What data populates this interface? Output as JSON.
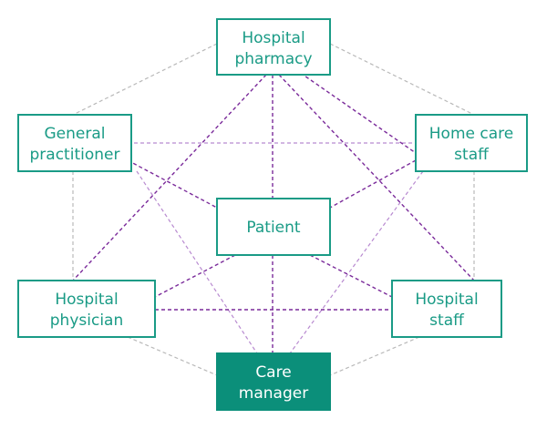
{
  "nodes": {
    "hospital_pharmacy": {
      "line1": "Hospital",
      "line2": "pharmacy"
    },
    "general_practitioner": {
      "line1": "General",
      "line2": "practitioner"
    },
    "home_care_staff": {
      "line1": "Home care",
      "line2": "staff"
    },
    "patient": {
      "line1": "Patient"
    },
    "hospital_physician": {
      "line1": "Hospital",
      "line2": "physician"
    },
    "hospital_staff": {
      "line1": "Hospital",
      "line2": "staff"
    },
    "care_manager": {
      "line1": "Care",
      "line2": "manager"
    }
  },
  "colors": {
    "box_stroke": "#1a9b86",
    "box_fill_highlight": "#0b8f7a",
    "edge_outer": "#b9b9b9",
    "edge_mid": "#b88ad0",
    "edge_strong": "#7a2a9a"
  }
}
